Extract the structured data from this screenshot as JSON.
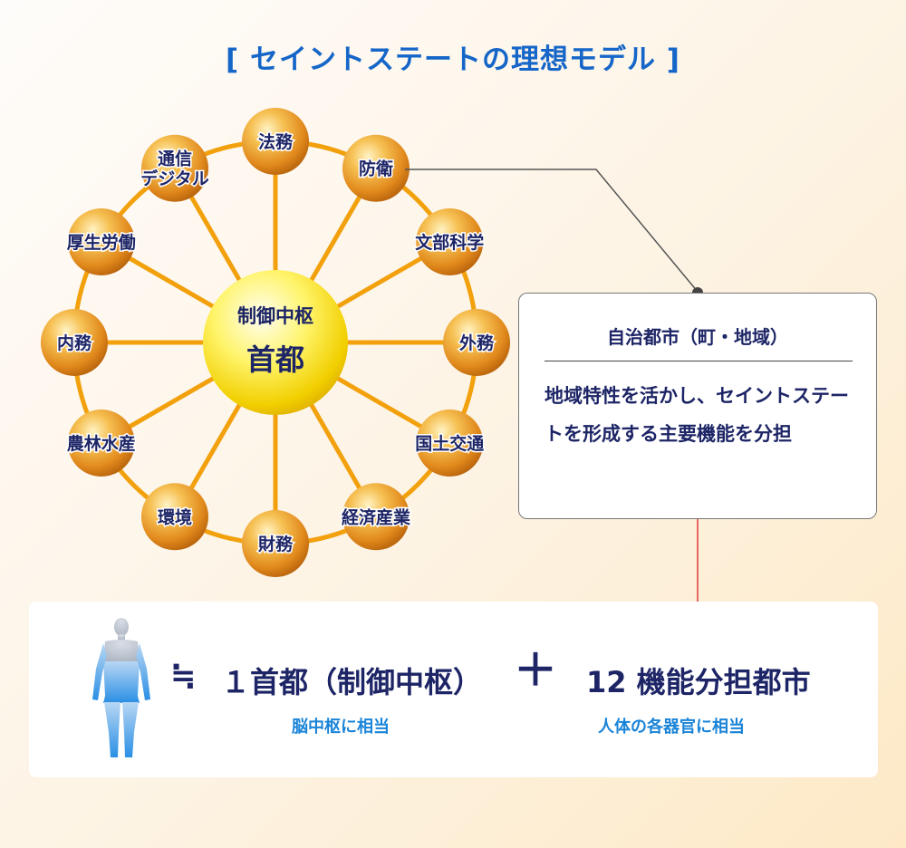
{
  "title": "[ セイントステートの理想モデル ]",
  "hub": {
    "line1": "制御中枢",
    "line2": "首都"
  },
  "nodes": [
    {
      "label": "法務"
    },
    {
      "label": "防衛"
    },
    {
      "label": "文部科学"
    },
    {
      "label": "外務"
    },
    {
      "label": "国土交通"
    },
    {
      "label": "経済産業"
    },
    {
      "label": "財務"
    },
    {
      "label": "環境"
    },
    {
      "label": "農林水産"
    },
    {
      "label": "内務"
    },
    {
      "label": "厚生労働"
    },
    {
      "label": "通信\nデジタル"
    }
  ],
  "callout": {
    "title": "自治都市（町・地域）",
    "body": "地域特性を活かし、セイントステートを形成する主要機能を分担"
  },
  "bottom": {
    "approx_symbol": "≒",
    "capital_caption": "１首都（制御中枢）",
    "capital_sub": "脳中枢に相当",
    "plus_symbol": "＋",
    "cities_caption": "12 機能分担都市",
    "cities_sub": "人体の各器官に相当"
  },
  "colors": {
    "title": "#1566c8",
    "navy_text": "#1d2566",
    "sub_text": "#1a84d8",
    "spoke": "#f2a10d",
    "arrow": "#e23838"
  }
}
